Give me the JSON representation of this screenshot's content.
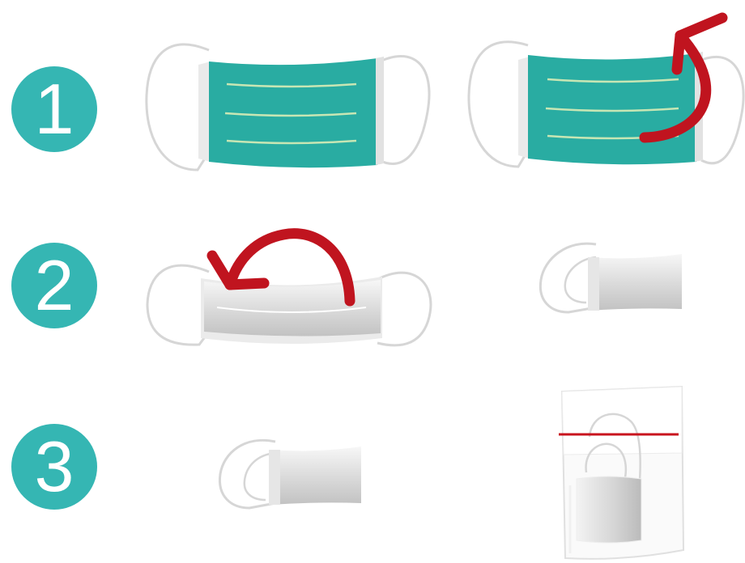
{
  "steps": [
    {
      "number": "1"
    },
    {
      "number": "2"
    },
    {
      "number": "3"
    }
  ],
  "colors": {
    "badge": "#35b6b3",
    "mask_teal": "#29aca2",
    "pleat_line": "#c7e6b4",
    "arrow": "#c0141f",
    "ear_loop_stroke": "#d6d6d6",
    "folded_mask_light": "#f4f4f4",
    "folded_mask_dark": "#c9c9c9",
    "bag_border": "#e0e0e0",
    "bag_seal": "#c8141e"
  },
  "icons": [
    "step-1-badge",
    "flat-mask-icon",
    "flip-mask-icon",
    "curved-arrow-icon",
    "step-2-badge",
    "fold-mask-icon",
    "folded-mask-icon",
    "step-3-badge",
    "folded-mask-icon",
    "sealed-bag-icon"
  ]
}
